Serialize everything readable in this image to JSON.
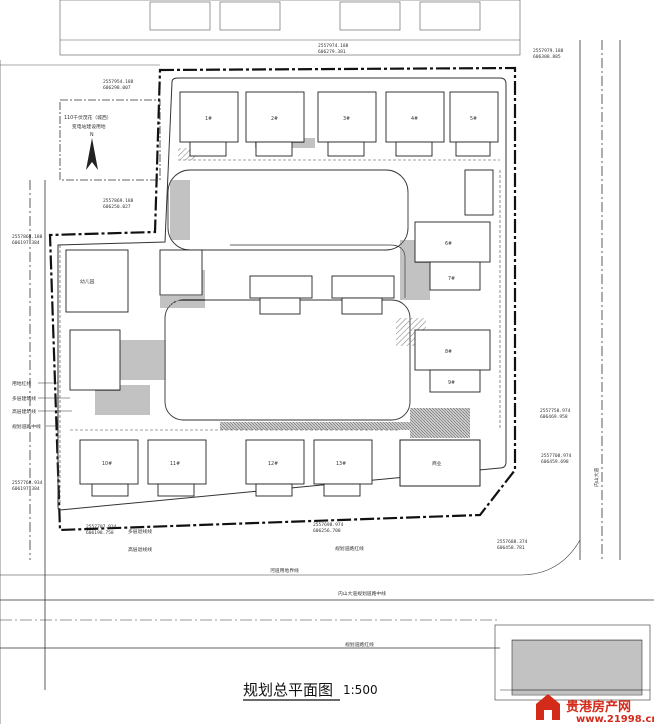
{
  "title": "规划总平面图",
  "scale": "1:500",
  "substation_note_line1": "110千伏茂花（城西）",
  "substation_note_line2": "变电站建设用地",
  "coordinates": [
    {
      "n": "2557974.188",
      "e": "606279.381"
    },
    {
      "n": "2557979.188",
      "e": "606308.885"
    },
    {
      "n": "2557954.188",
      "e": "606298.007"
    },
    {
      "n": "2557869.188",
      "e": "606250.027"
    },
    {
      "n": "2557868.188",
      "e": "606197.384"
    },
    {
      "n": "2557768.934",
      "e": "606197.384"
    },
    {
      "n": "2557707.934",
      "e": "606198.758"
    },
    {
      "n": "2557698.974",
      "e": "606256.708"
    },
    {
      "n": "2557688.374",
      "e": "606458.781"
    },
    {
      "n": "2557708.974",
      "e": "606459.698"
    },
    {
      "n": "2557758.974",
      "e": "606469.958"
    }
  ],
  "left_labels": [
    "用地红线",
    "多层建筑线",
    "高层建筑线",
    "规划道路中线"
  ],
  "bottom_labels": [
    "多层退线线",
    "高层退线线",
    "规划道路红线",
    "河道用地界线",
    "内山大道规划道路中线",
    "规划道路红线"
  ],
  "right_label": "内山大道",
  "buildings_top": [
    "1#",
    "2#",
    "3#",
    "4#",
    "5#"
  ],
  "buildings_bottom": [
    "10#",
    "11#",
    "12#",
    "13#"
  ],
  "buildings_right": [
    "6#",
    "7#",
    "8#",
    "9#"
  ],
  "kindergarten": "幼儿园",
  "commercial": "商业",
  "watermark": {
    "brand": "贵港房产网",
    "url": "www.21998.cn"
  },
  "colors": {
    "line": "#222222",
    "hatch": "#9a9a9a",
    "watermark": "#d42a1a"
  }
}
